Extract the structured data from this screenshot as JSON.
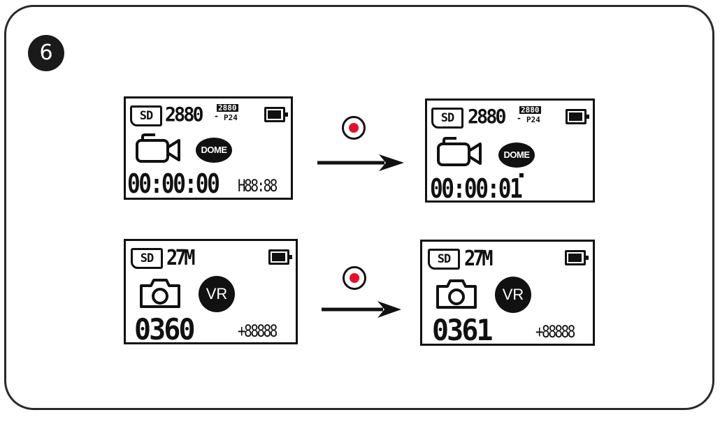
{
  "step_number": "6",
  "sd_label": "SD",
  "colors": {
    "record": "#e3112a",
    "ink": "#111111",
    "background": "#ffffff"
  },
  "video_before": {
    "resolution": "2880",
    "resolution_sub_top": "2880",
    "resolution_sub_bottom": "P24",
    "mode_icon": "video-camera-icon",
    "lens_mode": "DOME",
    "timer": "00:00:00",
    "remaining": "H88:88"
  },
  "video_after": {
    "resolution": "2880",
    "resolution_sub_top": "2880",
    "resolution_sub_bottom": "P24",
    "mode_icon": "video-camera-icon",
    "lens_mode": "DOME",
    "timer": "00:00:01"
  },
  "photo_before": {
    "megapixels": "27M",
    "mode_icon": "photo-camera-icon",
    "lens_mode": "VR",
    "count": "0360",
    "remaining": "+88888"
  },
  "photo_after": {
    "megapixels": "27M",
    "mode_icon": "photo-camera-icon",
    "lens_mode": "VR",
    "count": "0361",
    "remaining": "+88888"
  }
}
